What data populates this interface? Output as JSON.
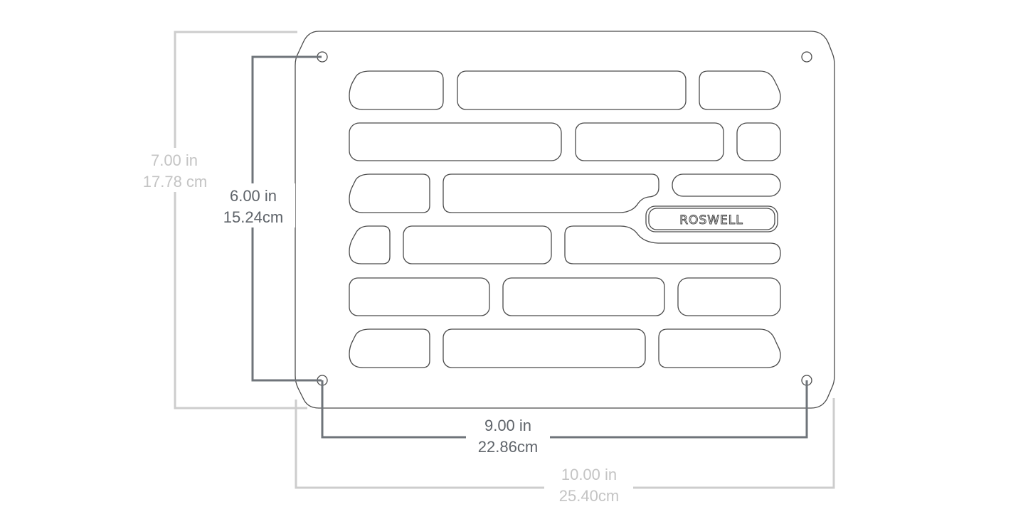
{
  "brand": "ROSWELL",
  "dimensions": {
    "overall_height": {
      "in": "7.00 in",
      "cm": "17.78 cm"
    },
    "hole_height": {
      "in": "6.00 in",
      "cm": "15.24cm"
    },
    "hole_width": {
      "in": "9.00 in",
      "cm": "22.86cm"
    },
    "overall_width": {
      "in": "10.00 in",
      "cm": "25.40cm"
    }
  },
  "colors": {
    "outline": "#4a4a4a",
    "overall_dim": "#cdcdcd",
    "hole_dim": "#6f747a"
  }
}
